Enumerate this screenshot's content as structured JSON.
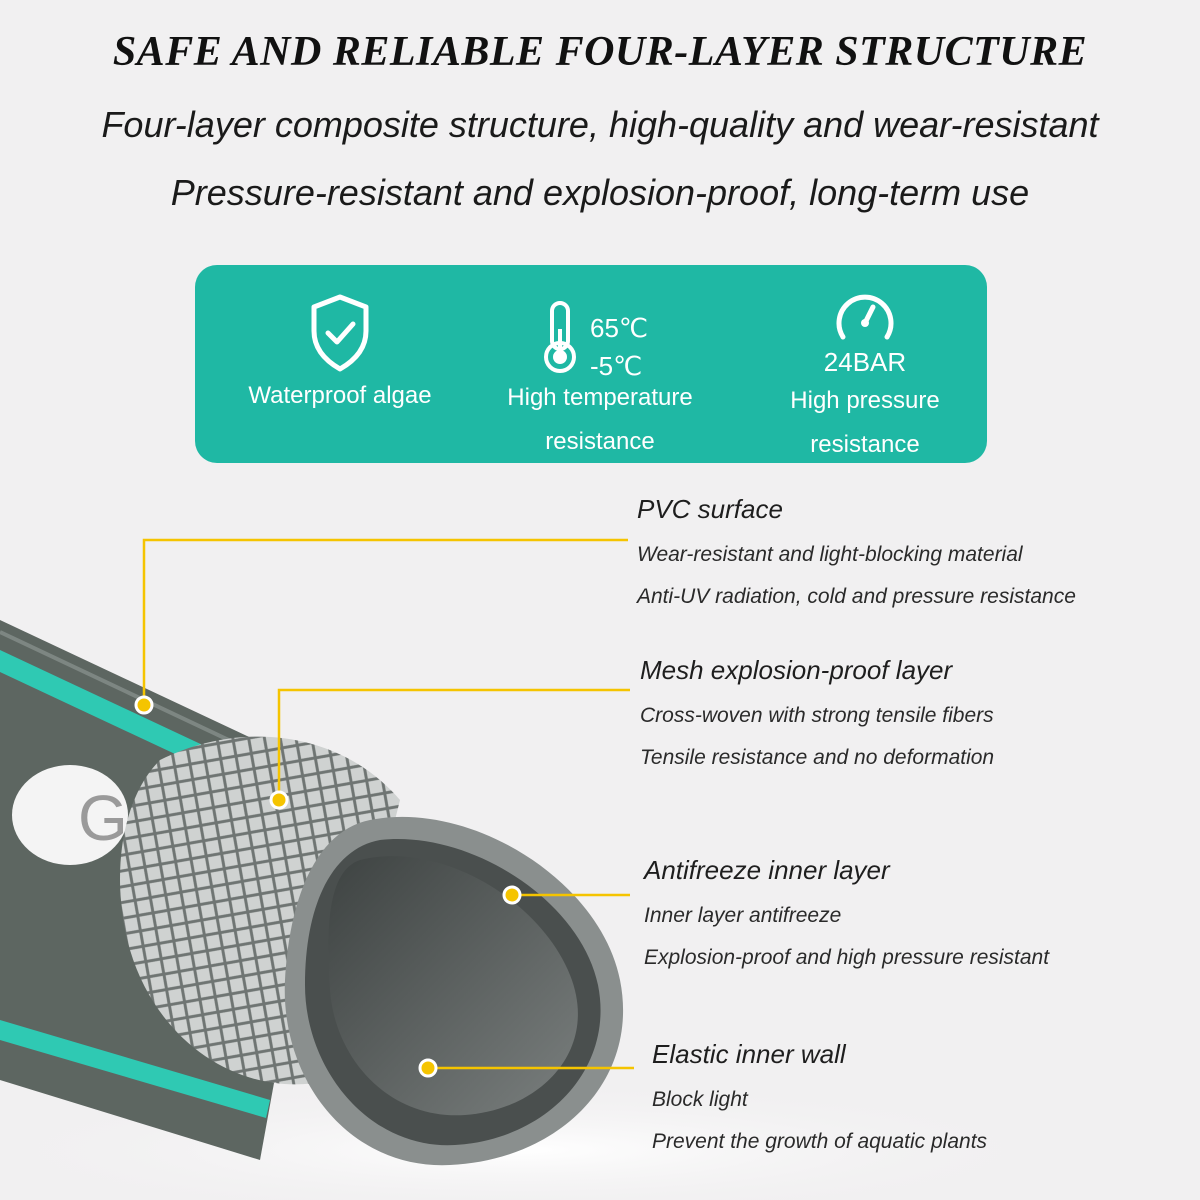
{
  "header": {
    "title": "SAFE AND RELIABLE FOUR-LAYER STRUCTURE",
    "subtitle_1": "Four-layer composite structure, high-quality and wear-resistant",
    "subtitle_2": "Pressure-resistant and explosion-proof, long-term use"
  },
  "features": [
    {
      "icon": "shield-check-icon",
      "label": "Waterproof algae"
    },
    {
      "icon": "thermometer-icon",
      "values": [
        "65℃",
        "-5℃"
      ],
      "label_1": "High temperature",
      "label_2": "resistance"
    },
    {
      "icon": "gauge-icon",
      "value": "24BAR",
      "label_1": "High pressure",
      "label_2": "resistance"
    }
  ],
  "layers": [
    {
      "title": "PVC surface",
      "line_1": "Wear-resistant and light-blocking material",
      "line_2": "Anti-UV radiation, cold and pressure resistance"
    },
    {
      "title": "Mesh explosion-proof layer",
      "line_1": "Cross-woven with strong tensile fibers",
      "line_2": "Tensile resistance and no deformation"
    },
    {
      "title": "Antifreeze inner layer",
      "line_1": "Inner layer antifreeze",
      "line_2": "Explosion-proof and high pressure resistant"
    },
    {
      "title": "Elastic inner wall",
      "line_1": "Block light",
      "line_2": "Prevent the growth of aquatic plants"
    }
  ],
  "hose_logo_letter": "G",
  "colors": {
    "background": "#f1f0f1",
    "accent_teal": "#1fb8a4",
    "hose_gray": "#5d6661",
    "callout_yellow": "#f5c400"
  }
}
